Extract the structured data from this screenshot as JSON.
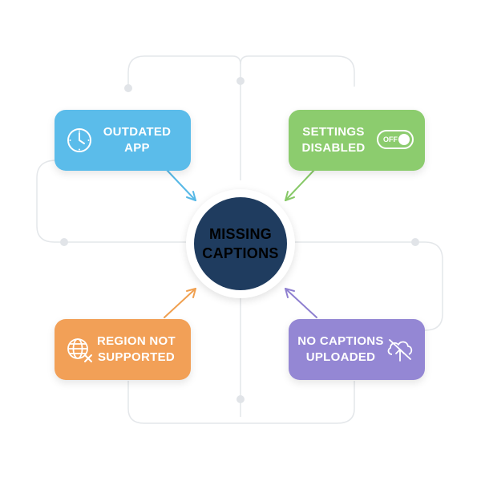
{
  "diagram": {
    "center": {
      "line1": "MISSING",
      "line2": "CAPTIONS",
      "color": "#1f3c5f"
    },
    "causes": [
      {
        "id": "outdated",
        "line1": "OUTDATED",
        "line2": "APP",
        "color": "#5bbcea",
        "icon": "clock-icon",
        "arrow_color": "#56b8e6"
      },
      {
        "id": "settings",
        "line1": "SETTINGS",
        "line2": "DISABLED",
        "color": "#8ccc6e",
        "icon": "toggle-off-icon",
        "toggle_label": "OFF",
        "arrow_color": "#86c866"
      },
      {
        "id": "region",
        "line1": "REGION NOT",
        "line2": "SUPPORTED",
        "color": "#f2a057",
        "icon": "globe-x-icon",
        "arrow_color": "#f0a050"
      },
      {
        "id": "nocap",
        "line1": "NO CAPTIONS",
        "line2": "UPLOADED",
        "color": "#9487d4",
        "icon": "cloud-upload-off-icon",
        "arrow_color": "#8f80d0"
      }
    ],
    "connector_color": "#e4e7ea"
  }
}
